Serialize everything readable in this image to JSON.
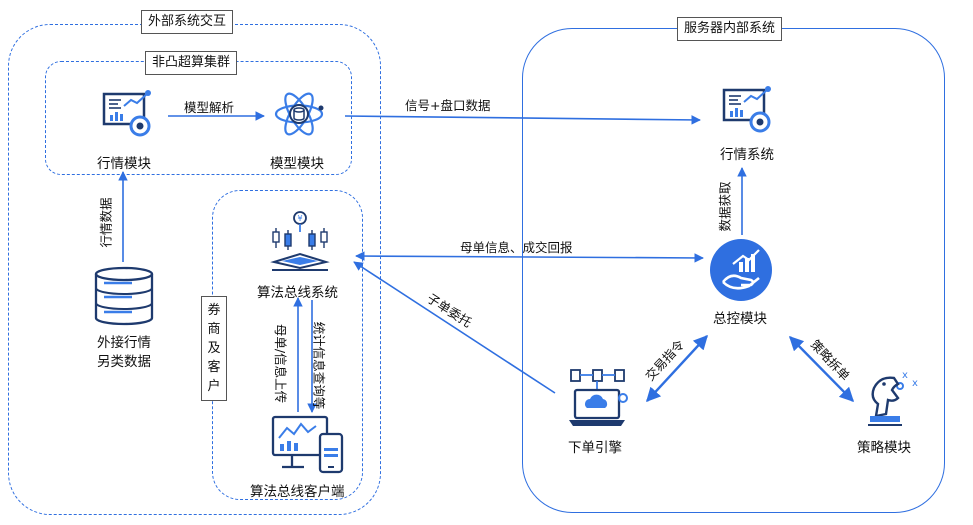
{
  "regions": {
    "external": "外部系统交互",
    "cluster": "非凸超算集群",
    "broker": "券商及客户",
    "server": "服务器内部系统"
  },
  "nodes": {
    "market_module": "行情模块",
    "model_module": "模型模块",
    "external_data": {
      "line1": "外接行情",
      "line2": "另类数据"
    },
    "algo_bus": "算法总线系统",
    "algo_client": "算法总线客户端",
    "market_system": "行情系统",
    "control_module": "总控模块",
    "order_engine": "下单引擎",
    "strategy_module": "策略模块"
  },
  "edges": {
    "model_parse": "模型解析",
    "market_data": "行情数据",
    "signal_data": "信号+盘口数据",
    "parent_order": "母单信息、成交回报",
    "child_order": "子单委托",
    "upload": "母单/信息上传",
    "query": "统计信息查询等",
    "data_fetch": "数据获取",
    "trade_cmd": "交易指令",
    "strategy_split": "策略拆单"
  },
  "colors": {
    "accent": "#2f6fe0",
    "icon_dark": "#1e3a6e",
    "icon_blue": "#3a7de8"
  }
}
